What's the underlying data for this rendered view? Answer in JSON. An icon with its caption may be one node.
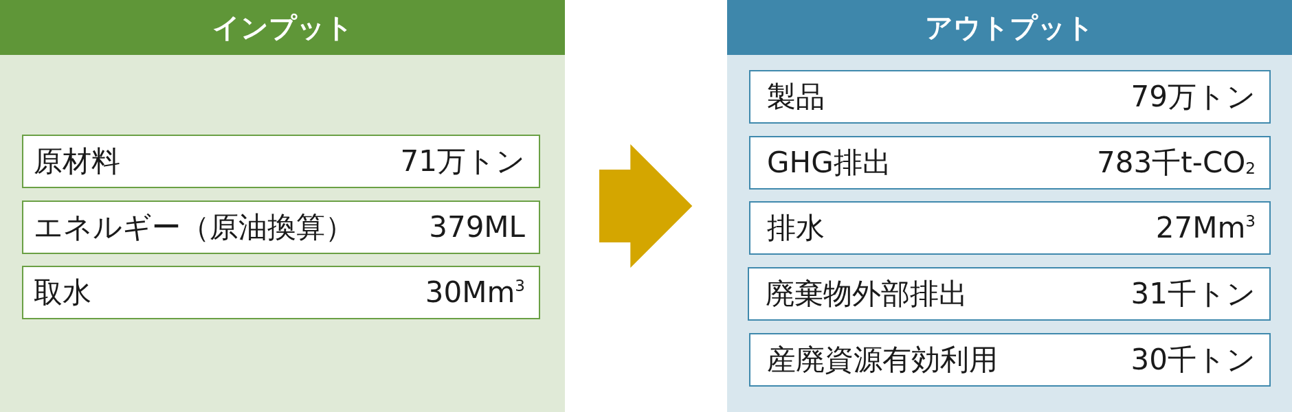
{
  "diagram": {
    "nodes": [
      {
        "text": [
          "インプット"
        ]
      },
      {
        "text": [
          "原材料",
          "71万トン"
        ],
        "in": 0
      },
      {
        "text": [
          "エネルギー（原油換算）",
          "379ML"
        ],
        "in": 0
      },
      {
        "text": [
          "取水",
          "30Mm$^{3}$"
        ],
        "in": 0
      },
      {
        "text": [
          "アウトプット"
        ]
      },
      {
        "text": [
          "製品",
          "79万トン"
        ],
        "in": 4
      },
      {
        "text": [
          "GHG排出",
          "783千t-CO$_{2}$"
        ],
        "in": 4
      },
      {
        "text": [
          "排水",
          "27Mm$^{3}$"
        ],
        "in": 4
      },
      {
        "text": [
          "廃棄物外部排出",
          "31千トン"
        ],
        "in": 4
      },
      {
        "text": [
          "産廃資源有効利用",
          "30千トン"
        ],
        "in": 4
      }
    ],
    "edges": [
      {
        "from": 0,
        "to": 4,
        "arrow": "to"
      }
    ]
  }
}
